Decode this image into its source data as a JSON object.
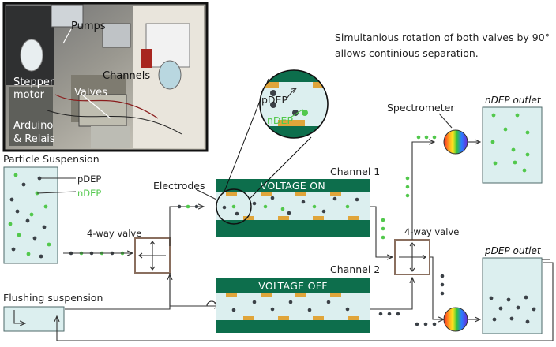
{
  "photo_labels": {
    "pumps": "Pumps",
    "channels": "Channels",
    "stepper_motor_1": "Stepper",
    "stepper_motor_2": "motor",
    "valves": "Valves",
    "arduino_1": "Arduino",
    "arduino_2": "& Relais"
  },
  "note": {
    "line1": "Simultanious rotation of both valves by 90°",
    "line2": "allows continious separation."
  },
  "zoom": {
    "pdep": "pDEP",
    "ndep": "nDEP"
  },
  "particle_suspension": {
    "title": "Particle Suspension",
    "pdep": "pDEP",
    "ndep": "nDEP"
  },
  "flushing_suspension": "Flushing suspension",
  "valve_left": "4-way valve",
  "valve_right": "4-way valve",
  "electrodes": "Electrodes",
  "channel1": {
    "title": "Channel 1",
    "banner": "VOLTAGE ON"
  },
  "channel2": {
    "title": "Channel 2",
    "banner": "VOLTAGE OFF"
  },
  "spectrometer": "Spectrometer",
  "ndep_outlet": "nDEP outlet",
  "pdep_outlet": "pDEP outlet",
  "colors": {
    "green_particle": "#52c84c",
    "dark_particle": "#3b4147",
    "channel_dark": "#0d6e4c",
    "channel_liquid": "#dcefef",
    "electrode": "#e0a53a",
    "valve_border": "#8a6f5f"
  }
}
